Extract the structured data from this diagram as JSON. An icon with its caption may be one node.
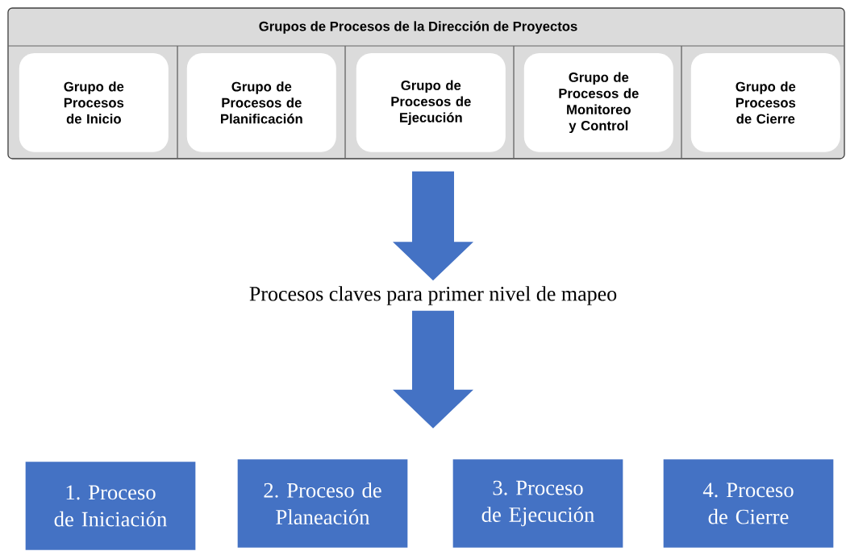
{
  "diagram": {
    "nodes": [
      {
        "text": [
          "Grupos de Procesos de la Dirección de Proyectos"
        ]
      },
      {
        "text": [
          "Grupo de Procesos de Inicio"
        ],
        "in": 0
      },
      {
        "text": [
          "Grupo de Procesos de Planificación"
        ],
        "in": 0
      },
      {
        "text": [
          "Grupo de Procesos de Ejecución"
        ],
        "in": 0
      },
      {
        "text": [
          "Grupo de Procesos de Monitoreo y Control"
        ],
        "in": 0
      },
      {
        "text": [
          "Grupo de Procesos de Cierre"
        ],
        "in": 0
      },
      {
        "text": [
          "Procesos claves para primer nivel de mapeo"
        ]
      },
      {
        "text": [
          "1. Proceso de Iniciación"
        ]
      },
      {
        "text": [
          "2. Proceso de Planeación"
        ]
      },
      {
        "text": [
          "3. Proceso de Ejecución"
        ]
      },
      {
        "text": [
          "4. Proceso de Cierre"
        ]
      }
    ],
    "edges": [
      {
        "from": 0,
        "to": 6,
        "arrow": "to"
      },
      {
        "from": 6,
        "to": null,
        "arrow": "to"
      }
    ]
  }
}
